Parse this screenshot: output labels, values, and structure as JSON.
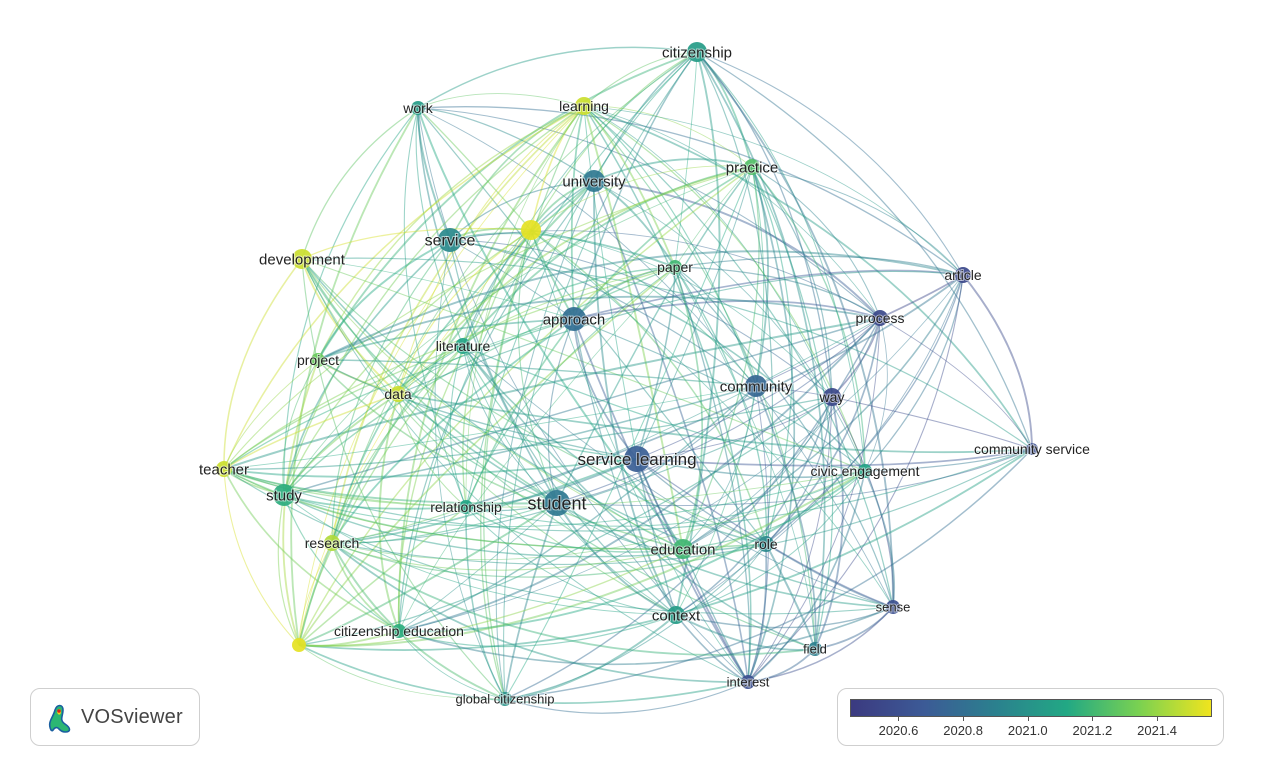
{
  "app": "VOSviewer",
  "colors": {
    "low": "#3b3a80",
    "mid_low": "#2b6f8e",
    "mid": "#22a39a",
    "mid_high": "#6ad05a",
    "high": "#f0e41e"
  },
  "nodes": [
    {
      "id": "citizenship",
      "label": "citizenship",
      "year": 2021.05
    },
    {
      "id": "work",
      "label": "work",
      "year": 2021.05
    },
    {
      "id": "learning",
      "label": "learning",
      "year": 2021.5
    },
    {
      "id": "university",
      "label": "university",
      "year": 2020.85
    },
    {
      "id": "practice",
      "label": "practice",
      "year": 2021.25
    },
    {
      "id": "service",
      "label": "service",
      "year": 2020.95
    },
    {
      "id": "unlabeled-1",
      "label": "",
      "year": 2021.55
    },
    {
      "id": "development",
      "label": "development",
      "year": 2021.5
    },
    {
      "id": "paper",
      "label": "paper",
      "year": 2021.2
    },
    {
      "id": "article",
      "label": "article",
      "year": 2020.55
    },
    {
      "id": "process",
      "label": "process",
      "year": 2020.55
    },
    {
      "id": "approach",
      "label": "approach",
      "year": 2020.8
    },
    {
      "id": "literature",
      "label": "literature",
      "year": 2021.1
    },
    {
      "id": "project",
      "label": "project",
      "year": 2021.3
    },
    {
      "id": "community",
      "label": "community",
      "year": 2020.75
    },
    {
      "id": "way",
      "label": "way",
      "year": 2020.55
    },
    {
      "id": "data",
      "label": "data",
      "year": 2021.5
    },
    {
      "id": "community-service",
      "label": "community service",
      "year": 2020.6
    },
    {
      "id": "service-learning",
      "label": "service learning",
      "year": 2020.7
    },
    {
      "id": "teacher",
      "label": "teacher",
      "year": 2021.5
    },
    {
      "id": "civic-engagement",
      "label": "civic engagement",
      "year": 2021.1
    },
    {
      "id": "study",
      "label": "study",
      "year": 2021.15
    },
    {
      "id": "relationship",
      "label": "relationship",
      "year": 2021.1
    },
    {
      "id": "student",
      "label": "student",
      "year": 2020.85
    },
    {
      "id": "research",
      "label": "research",
      "year": 2021.45
    },
    {
      "id": "education",
      "label": "education",
      "year": 2021.2
    },
    {
      "id": "role",
      "label": "role",
      "year": 2020.95
    },
    {
      "id": "context",
      "label": "context",
      "year": 2021.05
    },
    {
      "id": "sense",
      "label": "sense",
      "year": 2020.6
    },
    {
      "id": "citizenship-education",
      "label": "citizenship education",
      "year": 2021.15
    },
    {
      "id": "unlabeled-2",
      "label": "",
      "year": 2021.55
    },
    {
      "id": "field",
      "label": "field",
      "year": 2020.9
    },
    {
      "id": "interest",
      "label": "interest",
      "year": 2020.6
    },
    {
      "id": "global-citizenship",
      "label": "global citizenship",
      "year": 2021.0
    }
  ],
  "legend": {
    "min": 2020.45,
    "max": 2021.57,
    "ticks": [
      "2020.6",
      "2020.8",
      "2021.0",
      "2021.2",
      "2021.4"
    ]
  }
}
